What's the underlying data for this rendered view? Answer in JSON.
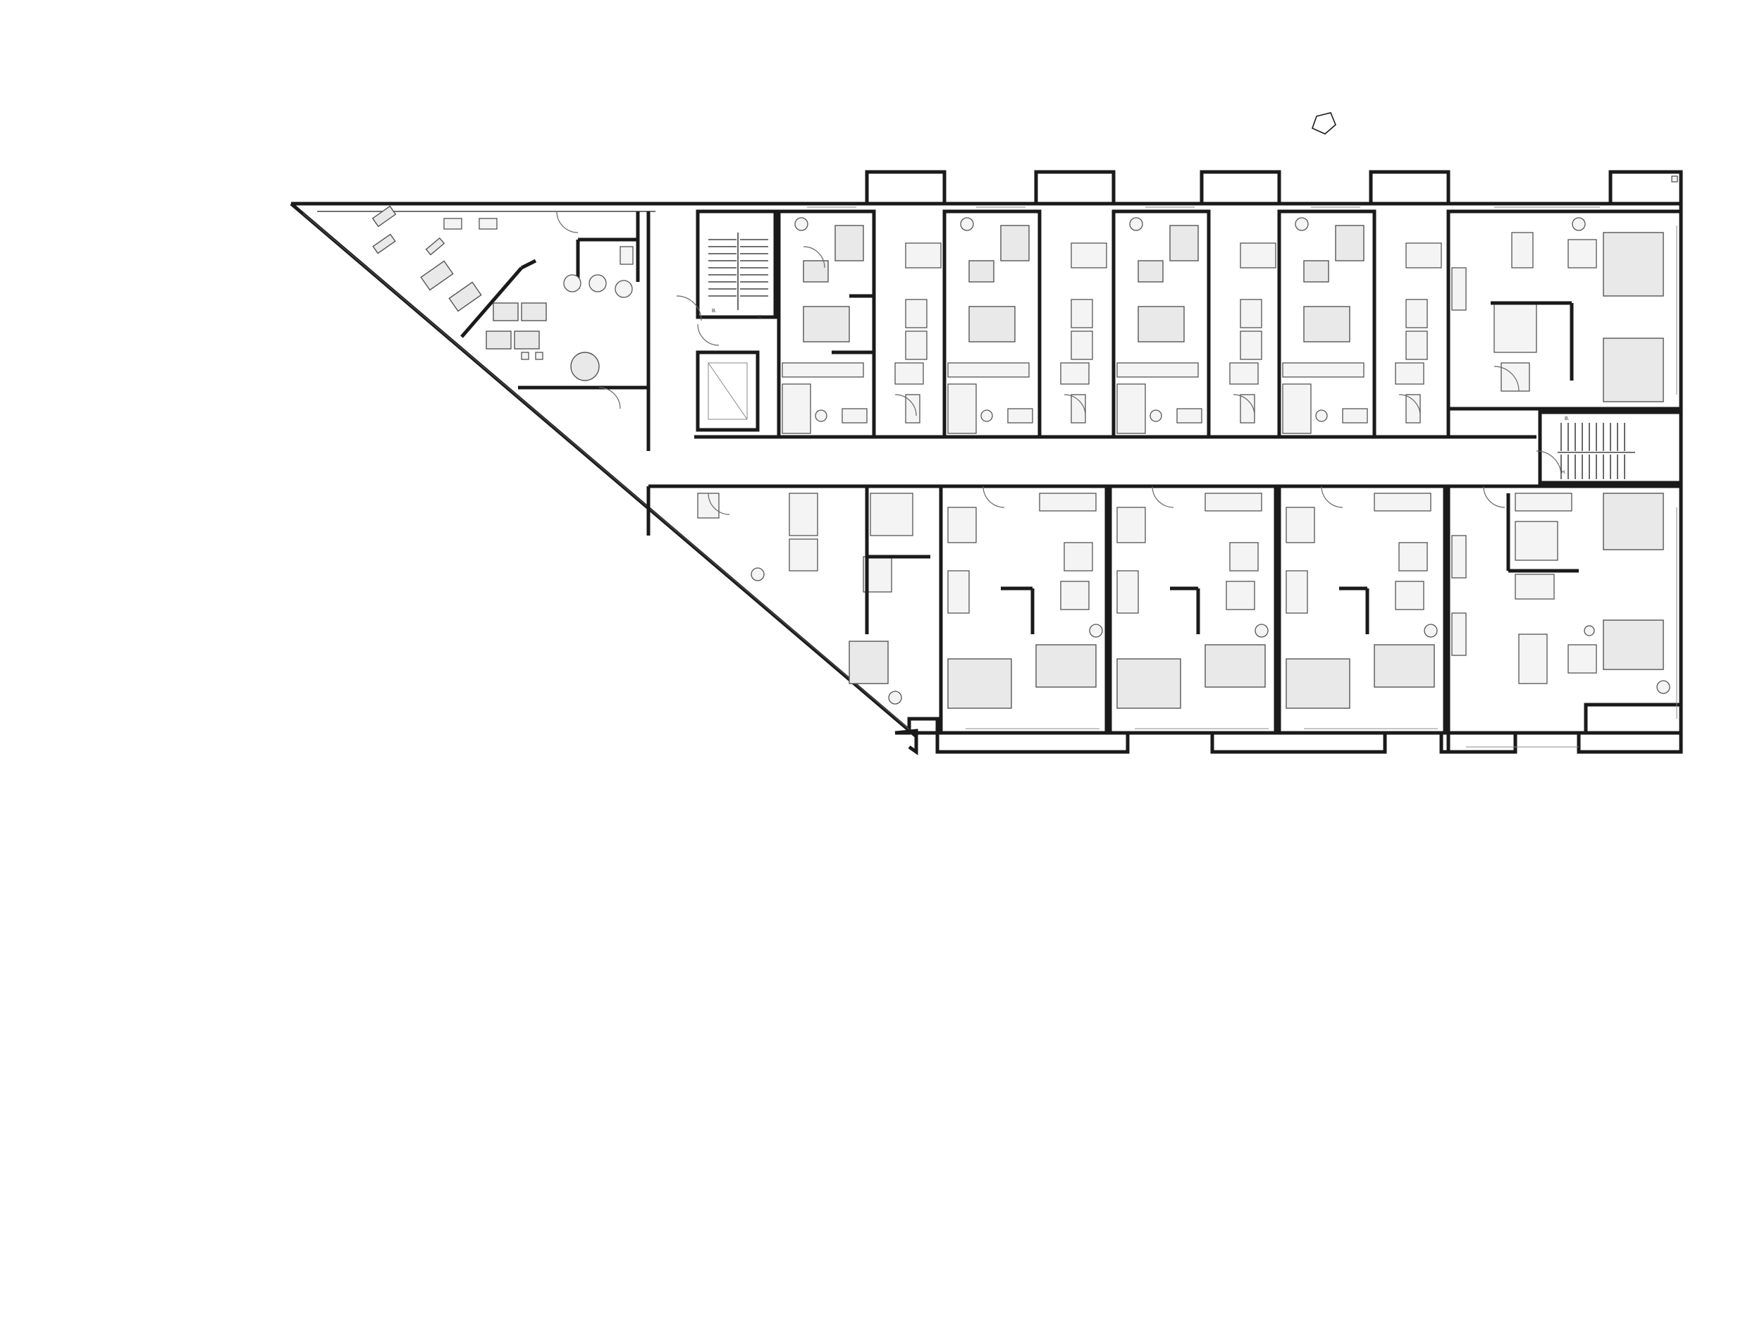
{
  "drawing": {
    "kind": "residential floor plan",
    "background": "#ffffff",
    "line_color": "#1a1a1a",
    "fill_color": "#e9e9e9",
    "symbols": [
      "north-arrow-icon",
      "stair-icon",
      "elevator-icon",
      "plant-icon"
    ],
    "stair_labels": [
      "B.",
      "H.",
      "B.",
      "H."
    ]
  }
}
